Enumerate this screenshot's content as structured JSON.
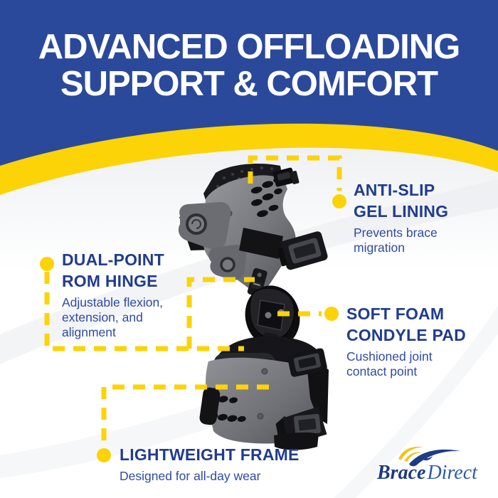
{
  "header": {
    "title_line1": "ADVANCED OFFLOADING",
    "title_line2": "SUPPORT & COMFORT"
  },
  "callouts": {
    "anti_slip": {
      "heading_line1": "ANTI-SLIP",
      "heading_line2": "GEL LINING",
      "body": "Prevents brace migration"
    },
    "rom_hinge": {
      "heading_line1": "DUAL-POINT",
      "heading_line2": "ROM HINGE",
      "body": "Adjustable flexion, extension, and alignment"
    },
    "condyle_pad": {
      "heading_line1": "SOFT FOAM",
      "heading_line2": "CONDYLE PAD",
      "body": "Cushioned joint contact point"
    },
    "lightweight_frame": {
      "heading_line1": "LIGHTWEIGHT FRAME",
      "body": "Designed for all-day wear"
    }
  },
  "logo": {
    "word1": "Brace",
    "word2": "Direct"
  },
  "product_image": "oa-offloading-knee-brace-photo",
  "colors": {
    "header_blue": "#2b499b",
    "accent_yellow": "#fcd307",
    "heading_navy": "#203c8e",
    "body_text_blue": "#2e4ba5",
    "logo_navy": "#1c3a80",
    "logo_light_blue": "#2c5aa6"
  }
}
